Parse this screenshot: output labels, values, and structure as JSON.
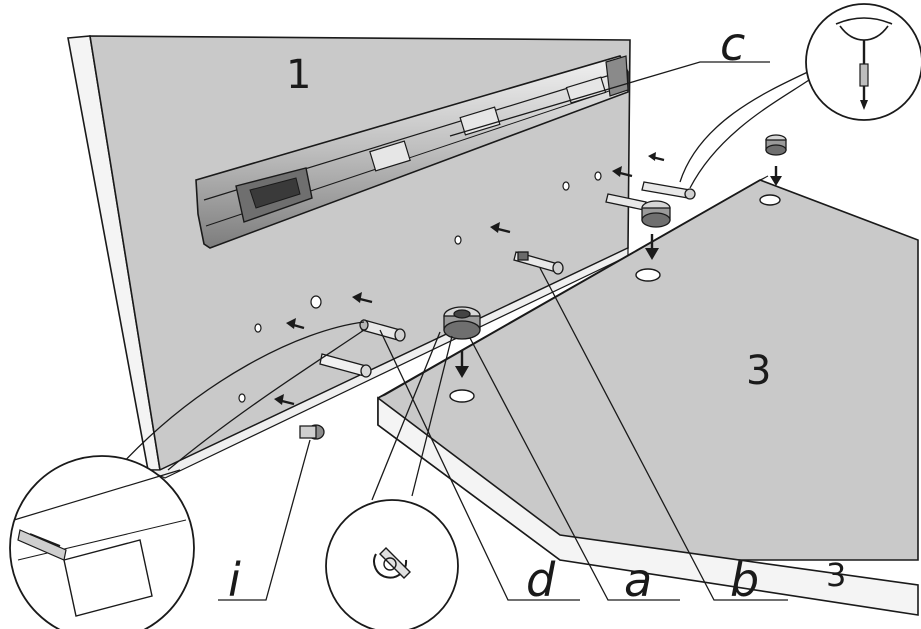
{
  "panel_labels": {
    "side_panel": "1",
    "bottom_panel": "3",
    "bottom_panel_edge": "3"
  },
  "part_labels": {
    "c": "c",
    "i": "i",
    "d": "d",
    "a": "a",
    "b": "b"
  },
  "colors": {
    "panel_face": "#c9c9c9",
    "panel_edge": "#f4f4f4",
    "line": "#1a1a1a",
    "background": "#ffffff"
  }
}
